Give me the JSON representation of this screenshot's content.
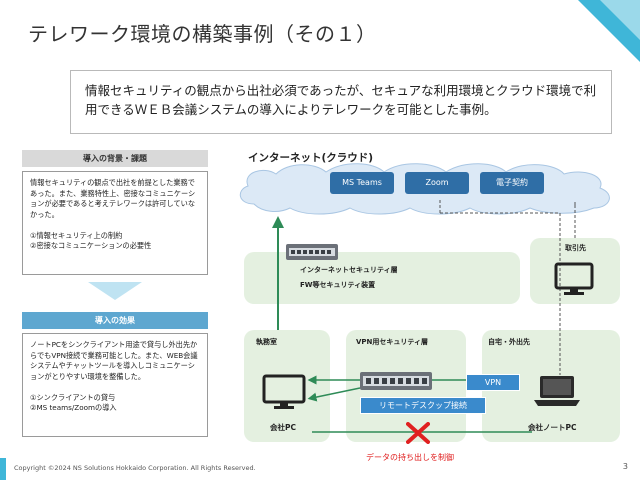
{
  "title": "テレワーク環境の構築事例（その１）",
  "intro": "情報セキュリティの観点から出社必須であったが、セキュアな利用環境とクラウド環境で利用できるＷＥＢ会議システムの導入によりテレワークを可能とした事例。",
  "background": {
    "header": "導入の背景・課題",
    "body": "情報セキュリティの観点で出社を前提とした業務であった。また、業務特性上、密接なコミュニケーションが必要であると考えテレワークは許可していなかった。\n\n①情報セキュリティ上の制約\n②密接なコミュニケーションの必要性"
  },
  "effect": {
    "header": "導入の効果",
    "body": "ノートPCをシンクライアント用途で貸与し外出先からでもVPN接続で業務可能とした。また、WEB会議システムやチャットツールを導入しコミュニケーションがとりやすい環境を整備した。\n\n①シンクライアントの貸与\n②MS teams/Zoomの導入"
  },
  "diagram": {
    "cloud_label": "インターネット(クラウド)",
    "services": [
      "MS Teams",
      "Zoom",
      "電子契約"
    ],
    "security_zone": {
      "line1": "インターネットセキュリティ層",
      "line2": "FW等セキュリティ装置"
    },
    "client_zone": "取引先",
    "office_zone": "執務室",
    "vpn_zone": "VPN用セキュリティ層",
    "home_zone": "自宅・外出先",
    "company_pc": "会社PC",
    "company_laptop": "会社ノートPC",
    "vpn_label": "VPN",
    "remote_label": "リモートデスクップ接続",
    "block_label": "データの持ち出しを制御"
  },
  "footer": {
    "copyright": "Copyright ©2024 NS Solutions Hokkaido Corporation. All Rights Reserved.",
    "page": "3"
  },
  "colors": {
    "accent": "#3fb6d8",
    "service": "#2f6ea6",
    "zone": "#e4f0e0",
    "block": "#e02020"
  }
}
